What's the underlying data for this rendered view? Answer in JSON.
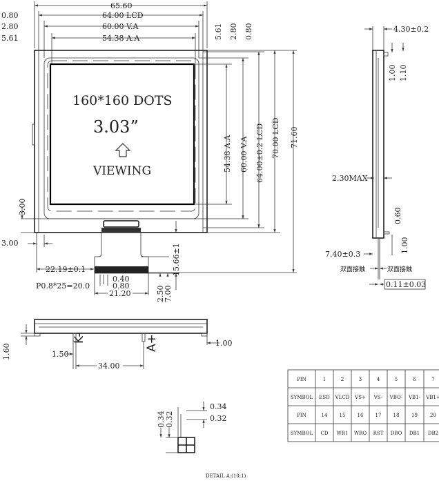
{
  "front_view": {
    "dims_top": {
      "overall": "65.60",
      "lcd": "64.00 LCD",
      "va": "60.00 V.A",
      "aa": "54.38 A.A"
    },
    "dims_left": [
      "0.80",
      "2.80",
      "5.61"
    ],
    "dims_top_right": [
      "5.61",
      "2.80",
      "0.80"
    ],
    "dims_right": [
      "54.38 A.A",
      "60.00 V.A",
      "64.00±0.2 LCD",
      "70.00 LCD",
      "71.60"
    ],
    "dims_bottom_left": [
      "3.00",
      "3.00"
    ],
    "fpc_dims": {
      "width": "22.19±0.1",
      "pitch": "P0.8*25=20.0",
      "pad": "0.40",
      "pitch_single": "0.80",
      "total": "21.20",
      "len": "15.66±1",
      "h1": "2.50",
      "h2": "7.00"
    },
    "display_text": {
      "resolution": "160*160 DOTS",
      "size": "3.03”",
      "viewing": "VIEWING"
    }
  },
  "side_view": {
    "thickness": "4.30±0.2",
    "d1": "1.00",
    "d2": "1.10",
    "max": "2.30MAX",
    "d3": "0.60",
    "d4": "1.00",
    "fpc_len": "7.40±0.3",
    "note_left": "双面接触",
    "note_right": "双面接触",
    "fpc_thickness": "0.11±0.03"
  },
  "bottom_view": {
    "k_label": "K-",
    "a_label": "A+",
    "h": "1.60",
    "k_off": "1.50",
    "span": "34.00",
    "a_off": "1.00"
  },
  "detail": {
    "w1": "0.34",
    "w2": "0.32",
    "h1": "0.34",
    "h2": "0.32",
    "caption": "DETAIL A:(10:1)"
  },
  "pin_table": {
    "rows": [
      [
        "PIN",
        "1",
        "2",
        "3",
        "4",
        "5",
        "6",
        "7"
      ],
      [
        "SYMBOL",
        "ESD",
        "VLCD",
        "VS+",
        "VS-",
        "VBO-",
        "VB1-",
        "VB1+"
      ],
      [
        "PIN",
        "14",
        "15",
        "16",
        "17",
        "18",
        "19",
        "20"
      ],
      [
        "SYMBOL",
        "CD",
        "WR1",
        "WRO",
        "RST",
        "DBO",
        "DB1",
        "DB2"
      ]
    ]
  }
}
